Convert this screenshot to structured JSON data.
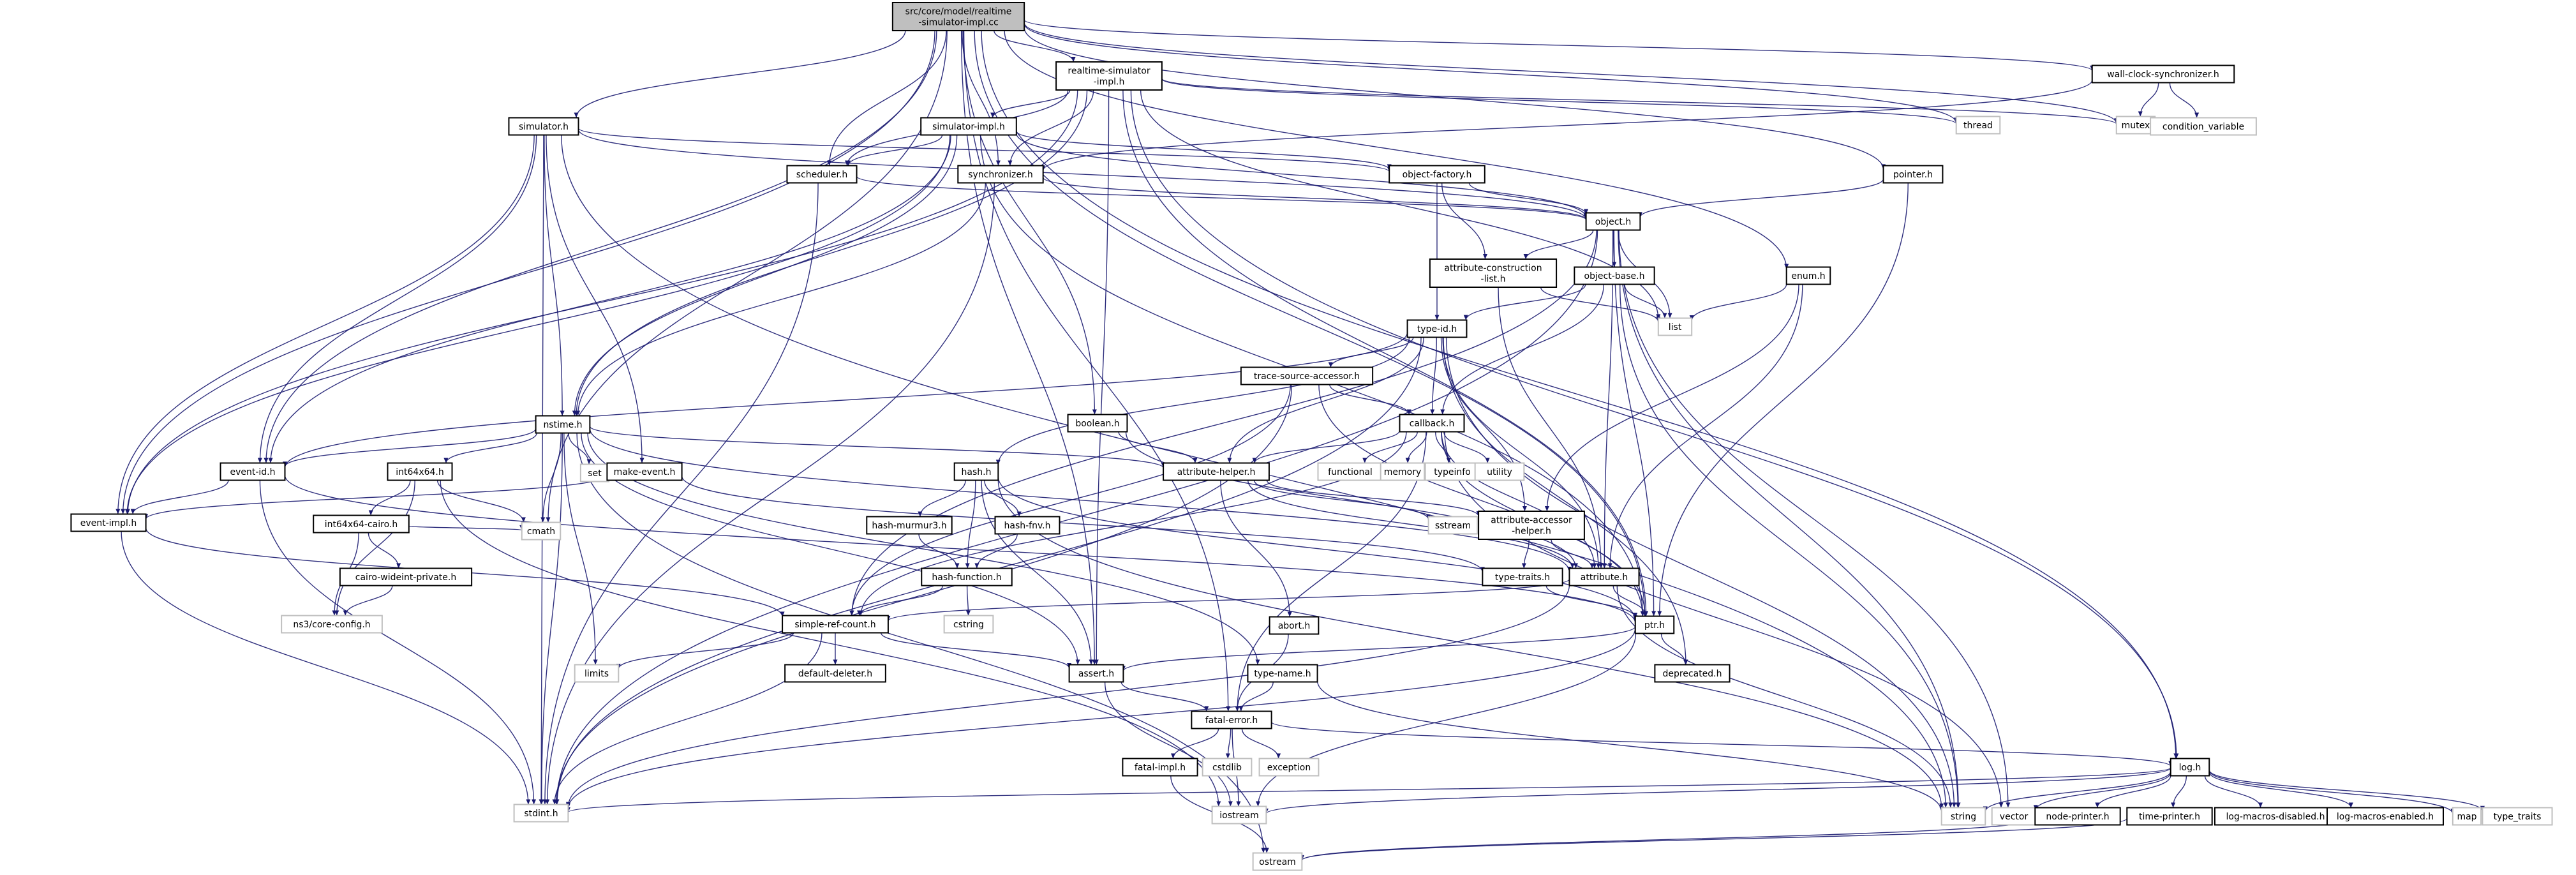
{
  "diagram": {
    "nodes": [
      {
        "id": "root",
        "label": "src/core/model/realtime\n-simulator-impl.cc",
        "kind": "root"
      },
      {
        "id": "rsi_h",
        "label": "realtime-simulator\n-impl.h",
        "kind": "file"
      },
      {
        "id": "wcs_h",
        "label": "wall-clock-synchronizer.h",
        "kind": "file"
      },
      {
        "id": "simulator_h",
        "label": "simulator.h",
        "kind": "file"
      },
      {
        "id": "simimpl_h",
        "label": "simulator-impl.h",
        "kind": "file"
      },
      {
        "id": "thread",
        "label": "thread",
        "kind": "ext"
      },
      {
        "id": "mutex",
        "label": "mutex",
        "kind": "ext"
      },
      {
        "id": "condvar",
        "label": "condition_variable",
        "kind": "ext"
      },
      {
        "id": "scheduler_h",
        "label": "scheduler.h",
        "kind": "file"
      },
      {
        "id": "synchronizer_h",
        "label": "synchronizer.h",
        "kind": "file"
      },
      {
        "id": "objfactory_h",
        "label": "object-factory.h",
        "kind": "file"
      },
      {
        "id": "pointer_h",
        "label": "pointer.h",
        "kind": "file"
      },
      {
        "id": "object_h",
        "label": "object.h",
        "kind": "file"
      },
      {
        "id": "attrcons_h",
        "label": "attribute-construction\n-list.h",
        "kind": "file"
      },
      {
        "id": "objbase_h",
        "label": "object-base.h",
        "kind": "file"
      },
      {
        "id": "enum_h",
        "label": "enum.h",
        "kind": "file"
      },
      {
        "id": "list",
        "label": "list",
        "kind": "ext"
      },
      {
        "id": "typeid_h",
        "label": "type-id.h",
        "kind": "file"
      },
      {
        "id": "tsa_h",
        "label": "trace-source-accessor.h",
        "kind": "file"
      },
      {
        "id": "nstime_h",
        "label": "nstime.h",
        "kind": "file"
      },
      {
        "id": "boolean_h",
        "label": "boolean.h",
        "kind": "file"
      },
      {
        "id": "callback_h",
        "label": "callback.h",
        "kind": "file"
      },
      {
        "id": "set",
        "label": "set",
        "kind": "ext"
      },
      {
        "id": "eventid_h",
        "label": "event-id.h",
        "kind": "file"
      },
      {
        "id": "int64x64_h",
        "label": "int64x64.h",
        "kind": "file"
      },
      {
        "id": "makeevent_h",
        "label": "make-event.h",
        "kind": "file"
      },
      {
        "id": "attrhelper_h",
        "label": "attribute-helper.h",
        "kind": "file"
      },
      {
        "id": "functional",
        "label": "functional",
        "kind": "ext"
      },
      {
        "id": "memory",
        "label": "memory",
        "kind": "ext"
      },
      {
        "id": "typeinfo",
        "label": "typeinfo",
        "kind": "ext"
      },
      {
        "id": "utility",
        "label": "utility",
        "kind": "ext"
      },
      {
        "id": "hash_h",
        "label": "hash.h",
        "kind": "file"
      },
      {
        "id": "eventimpl_h",
        "label": "event-impl.h",
        "kind": "file"
      },
      {
        "id": "int64cairo_h",
        "label": "int64x64-cairo.h",
        "kind": "file"
      },
      {
        "id": "cmath",
        "label": "cmath",
        "kind": "ext"
      },
      {
        "id": "hashmurmur_h",
        "label": "hash-murmur3.h",
        "kind": "file"
      },
      {
        "id": "hashfnv_h",
        "label": "hash-fnv.h",
        "kind": "file"
      },
      {
        "id": "sstream",
        "label": "sstream",
        "kind": "ext"
      },
      {
        "id": "attracc_h",
        "label": "attribute-accessor\n-helper.h",
        "kind": "file"
      },
      {
        "id": "cairo_h",
        "label": "cairo-wideint-private.h",
        "kind": "file"
      },
      {
        "id": "hashfunc_h",
        "label": "hash-function.h",
        "kind": "file"
      },
      {
        "id": "typetraits_h",
        "label": "type-traits.h",
        "kind": "file"
      },
      {
        "id": "attribute_h",
        "label": "attribute.h",
        "kind": "file"
      },
      {
        "id": "coreconfig_h",
        "label": "ns3/core-config.h",
        "kind": "ext"
      },
      {
        "id": "cstring",
        "label": "cstring",
        "kind": "ext"
      },
      {
        "id": "abort_h",
        "label": "abort.h",
        "kind": "file"
      },
      {
        "id": "simplerc_h",
        "label": "simple-ref-count.h",
        "kind": "file"
      },
      {
        "id": "ptr_h",
        "label": "ptr.h",
        "kind": "file"
      },
      {
        "id": "limits",
        "label": "limits",
        "kind": "ext"
      },
      {
        "id": "defdel_h",
        "label": "default-deleter.h",
        "kind": "file"
      },
      {
        "id": "assert_h",
        "label": "assert.h",
        "kind": "file"
      },
      {
        "id": "typename_h",
        "label": "type-name.h",
        "kind": "file"
      },
      {
        "id": "deprecated_h",
        "label": "deprecated.h",
        "kind": "file"
      },
      {
        "id": "fatalerror_h",
        "label": "fatal-error.h",
        "kind": "file"
      },
      {
        "id": "fatalimpl_h",
        "label": "fatal-impl.h",
        "kind": "file"
      },
      {
        "id": "cstdlib",
        "label": "cstdlib",
        "kind": "ext"
      },
      {
        "id": "exception",
        "label": "exception",
        "kind": "ext"
      },
      {
        "id": "log_h",
        "label": "log.h",
        "kind": "file"
      },
      {
        "id": "stdint_h",
        "label": "stdint.h",
        "kind": "ext"
      },
      {
        "id": "iostream",
        "label": "iostream",
        "kind": "ext"
      },
      {
        "id": "string",
        "label": "string",
        "kind": "ext"
      },
      {
        "id": "vector",
        "label": "vector",
        "kind": "ext"
      },
      {
        "id": "nodeprinter_h",
        "label": "node-printer.h",
        "kind": "file"
      },
      {
        "id": "timeprinter_h",
        "label": "time-printer.h",
        "kind": "file"
      },
      {
        "id": "logmacdis_h",
        "label": "log-macros-disabled.h",
        "kind": "file"
      },
      {
        "id": "logmacen_h",
        "label": "log-macros-enabled.h",
        "kind": "file"
      },
      {
        "id": "map",
        "label": "map",
        "kind": "ext"
      },
      {
        "id": "typetraits",
        "label": "type_traits",
        "kind": "ext"
      },
      {
        "id": "ostream",
        "label": "ostream",
        "kind": "ext"
      }
    ],
    "edges": [
      [
        "root",
        "rsi_h"
      ],
      [
        "root",
        "wcs_h"
      ],
      [
        "root",
        "simulator_h"
      ],
      [
        "root",
        "scheduler_h"
      ],
      [
        "root",
        "synchronizer_h"
      ],
      [
        "root",
        "thread"
      ],
      [
        "root",
        "mutex"
      ],
      [
        "root",
        "pointer_h"
      ],
      [
        "root",
        "enum_h"
      ],
      [
        "root",
        "boolean_h"
      ],
      [
        "root",
        "eventimpl_h"
      ],
      [
        "root",
        "cmath"
      ],
      [
        "root",
        "assert_h"
      ],
      [
        "root",
        "fatalerror_h"
      ],
      [
        "root",
        "ptr_h"
      ],
      [
        "root",
        "log_h"
      ],
      [
        "root",
        "eventid_h"
      ],
      [
        "wcs_h",
        "mutex"
      ],
      [
        "wcs_h",
        "condvar"
      ],
      [
        "wcs_h",
        "synchronizer_h"
      ],
      [
        "rsi_h",
        "simimpl_h"
      ],
      [
        "rsi_h",
        "synchronizer_h"
      ],
      [
        "rsi_h",
        "scheduler_h"
      ],
      [
        "rsi_h",
        "thread"
      ],
      [
        "rsi_h",
        "mutex"
      ],
      [
        "rsi_h",
        "list"
      ],
      [
        "rsi_h",
        "eventimpl_h"
      ],
      [
        "rsi_h",
        "assert_h"
      ],
      [
        "rsi_h",
        "ptr_h"
      ],
      [
        "rsi_h",
        "log_h"
      ],
      [
        "rsi_h",
        "nstime_h"
      ],
      [
        "simulator_h",
        "objfactory_h"
      ],
      [
        "simulator_h",
        "object_h"
      ],
      [
        "simulator_h",
        "nstime_h"
      ],
      [
        "simulator_h",
        "eventid_h"
      ],
      [
        "simulator_h",
        "makeevent_h"
      ],
      [
        "simulator_h",
        "eventimpl_h"
      ],
      [
        "simulator_h",
        "stdint_h"
      ],
      [
        "simulator_h",
        "string"
      ],
      [
        "simimpl_h",
        "object_h"
      ],
      [
        "simimpl_h",
        "objfactory_h"
      ],
      [
        "simimpl_h",
        "eventid_h"
      ],
      [
        "simimpl_h",
        "eventimpl_h"
      ],
      [
        "simimpl_h",
        "nstime_h"
      ],
      [
        "simimpl_h",
        "scheduler_h"
      ],
      [
        "simimpl_h",
        "ptr_h"
      ],
      [
        "scheduler_h",
        "object_h"
      ],
      [
        "scheduler_h",
        "stdint_h"
      ],
      [
        "synchronizer_h",
        "object_h"
      ],
      [
        "synchronizer_h",
        "nstime_h"
      ],
      [
        "synchronizer_h",
        "stdint_h"
      ],
      [
        "objfactory_h",
        "object_h"
      ],
      [
        "objfactory_h",
        "attrcons_h"
      ],
      [
        "objfactory_h",
        "typeid_h"
      ],
      [
        "pointer_h",
        "object_h"
      ],
      [
        "pointer_h",
        "ptr_h"
      ],
      [
        "object_h",
        "attrcons_h"
      ],
      [
        "object_h",
        "objbase_h"
      ],
      [
        "object_h",
        "list"
      ],
      [
        "object_h",
        "attribute_h"
      ],
      [
        "object_h",
        "ptr_h"
      ],
      [
        "object_h",
        "simplerc_h"
      ],
      [
        "object_h",
        "string"
      ],
      [
        "object_h",
        "vector"
      ],
      [
        "object_h",
        "stdint_h"
      ],
      [
        "attrcons_h",
        "attribute_h"
      ],
      [
        "attrcons_h",
        "list"
      ],
      [
        "objbase_h",
        "typeid_h"
      ],
      [
        "objbase_h",
        "callback_h"
      ],
      [
        "objbase_h",
        "list"
      ],
      [
        "objbase_h",
        "string"
      ],
      [
        "enum_h",
        "attribute_h"
      ],
      [
        "enum_h",
        "attracc_h"
      ],
      [
        "enum_h",
        "list"
      ],
      [
        "typeid_h",
        "tsa_h"
      ],
      [
        "typeid_h",
        "attribute_h"
      ],
      [
        "typeid_h",
        "attrhelper_h"
      ],
      [
        "typeid_h",
        "attracc_h"
      ],
      [
        "typeid_h",
        "callback_h"
      ],
      [
        "typeid_h",
        "deprecated_h"
      ],
      [
        "typeid_h",
        "hash_h"
      ],
      [
        "typeid_h",
        "eventid_h"
      ],
      [
        "typeid_h",
        "string"
      ],
      [
        "typeid_h",
        "stdint_h"
      ],
      [
        "tsa_h",
        "callback_h"
      ],
      [
        "tsa_h",
        "ptr_h"
      ],
      [
        "tsa_h",
        "simplerc_h"
      ],
      [
        "tsa_h",
        "stdint_h"
      ],
      [
        "boolean_h",
        "attrhelper_h"
      ],
      [
        "boolean_h",
        "attribute_h"
      ],
      [
        "nstime_h",
        "attrhelper_h"
      ],
      [
        "nstime_h",
        "attribute_h"
      ],
      [
        "nstime_h",
        "eventid_h"
      ],
      [
        "nstime_h",
        "int64x64_h"
      ],
      [
        "nstime_h",
        "typename_h"
      ],
      [
        "nstime_h",
        "set"
      ],
      [
        "nstime_h",
        "limits"
      ],
      [
        "nstime_h",
        "cmath"
      ],
      [
        "nstime_h",
        "ostream"
      ],
      [
        "nstime_h",
        "stdint_h"
      ],
      [
        "nstime_h",
        "assert_h"
      ],
      [
        "callback_h",
        "attribute_h"
      ],
      [
        "callback_h",
        "attrhelper_h"
      ],
      [
        "callback_h",
        "fatalerror_h"
      ],
      [
        "callback_h",
        "ptr_h"
      ],
      [
        "callback_h",
        "simplerc_h"
      ],
      [
        "callback_h",
        "functional"
      ],
      [
        "callback_h",
        "memory"
      ],
      [
        "callback_h",
        "typeinfo"
      ],
      [
        "callback_h",
        "utility"
      ],
      [
        "callback_h",
        "vector"
      ],
      [
        "eventid_h",
        "eventimpl_h"
      ],
      [
        "eventid_h",
        "ptr_h"
      ],
      [
        "eventid_h",
        "stdint_h"
      ],
      [
        "int64x64_h",
        "int64cairo_h"
      ],
      [
        "int64x64_h",
        "coreconfig_h"
      ],
      [
        "int64x64_h",
        "cmath"
      ],
      [
        "int64x64_h",
        "iostream"
      ],
      [
        "makeevent_h",
        "eventimpl_h"
      ],
      [
        "makeevent_h",
        "typetraits_h"
      ],
      [
        "attrhelper_h",
        "attribute_h"
      ],
      [
        "attrhelper_h",
        "attracc_h"
      ],
      [
        "attrhelper_h",
        "abort_h"
      ],
      [
        "attrhelper_h",
        "sstream"
      ],
      [
        "hash_h",
        "hashfunc_h"
      ],
      [
        "hash_h",
        "hashmurmur_h"
      ],
      [
        "hash_h",
        "hashfnv_h"
      ],
      [
        "hash_h",
        "assert_h"
      ],
      [
        "hash_h",
        "ptr_h"
      ],
      [
        "hash_h",
        "string"
      ],
      [
        "eventimpl_h",
        "simplerc_h"
      ],
      [
        "eventimpl_h",
        "stdint_h"
      ],
      [
        "int64cairo_h",
        "cairo_h"
      ],
      [
        "int64cairo_h",
        "coreconfig_h"
      ],
      [
        "int64cairo_h",
        "cmath"
      ],
      [
        "hashmurmur_h",
        "hashfunc_h"
      ],
      [
        "hashfnv_h",
        "hashfunc_h"
      ],
      [
        "attracc_h",
        "attribute_h"
      ],
      [
        "attracc_h",
        "typetraits_h"
      ],
      [
        "cairo_h",
        "coreconfig_h"
      ],
      [
        "hashfunc_h",
        "simplerc_h"
      ],
      [
        "hashfunc_h",
        "cstring"
      ],
      [
        "typetraits_h",
        "ptr_h"
      ],
      [
        "attribute_h",
        "ptr_h"
      ],
      [
        "attribute_h",
        "simplerc_h"
      ],
      [
        "attribute_h",
        "string"
      ],
      [
        "attribute_h",
        "stdint_h"
      ],
      [
        "abort_h",
        "fatalerror_h"
      ],
      [
        "simplerc_h",
        "assert_h"
      ],
      [
        "simplerc_h",
        "defdel_h"
      ],
      [
        "simplerc_h",
        "limits"
      ],
      [
        "simplerc_h",
        "stdint_h"
      ],
      [
        "ptr_h",
        "assert_h"
      ],
      [
        "ptr_h",
        "deprecated_h"
      ],
      [
        "ptr_h",
        "iostream"
      ],
      [
        "ptr_h",
        "stdint_h"
      ],
      [
        "assert_h",
        "fatalerror_h"
      ],
      [
        "assert_h",
        "iostream"
      ],
      [
        "typename_h",
        "fatalerror_h"
      ],
      [
        "typename_h",
        "string"
      ],
      [
        "fatalerror_h",
        "fatalimpl_h"
      ],
      [
        "fatalerror_h",
        "log_h"
      ],
      [
        "fatalerror_h",
        "cstdlib"
      ],
      [
        "fatalerror_h",
        "exception"
      ],
      [
        "fatalerror_h",
        "iostream"
      ],
      [
        "fatalimpl_h",
        "ostream"
      ],
      [
        "log_h",
        "nodeprinter_h"
      ],
      [
        "log_h",
        "timeprinter_h"
      ],
      [
        "log_h",
        "logmacdis_h"
      ],
      [
        "log_h",
        "logmacen_h"
      ],
      [
        "log_h",
        "iostream"
      ],
      [
        "log_h",
        "string"
      ],
      [
        "log_h",
        "vector"
      ],
      [
        "log_h",
        "map"
      ],
      [
        "log_h",
        "typetraits"
      ],
      [
        "log_h",
        "stdint_h"
      ],
      [
        "nodeprinter_h",
        "ostream"
      ],
      [
        "timeprinter_h",
        "ostream"
      ]
    ]
  }
}
